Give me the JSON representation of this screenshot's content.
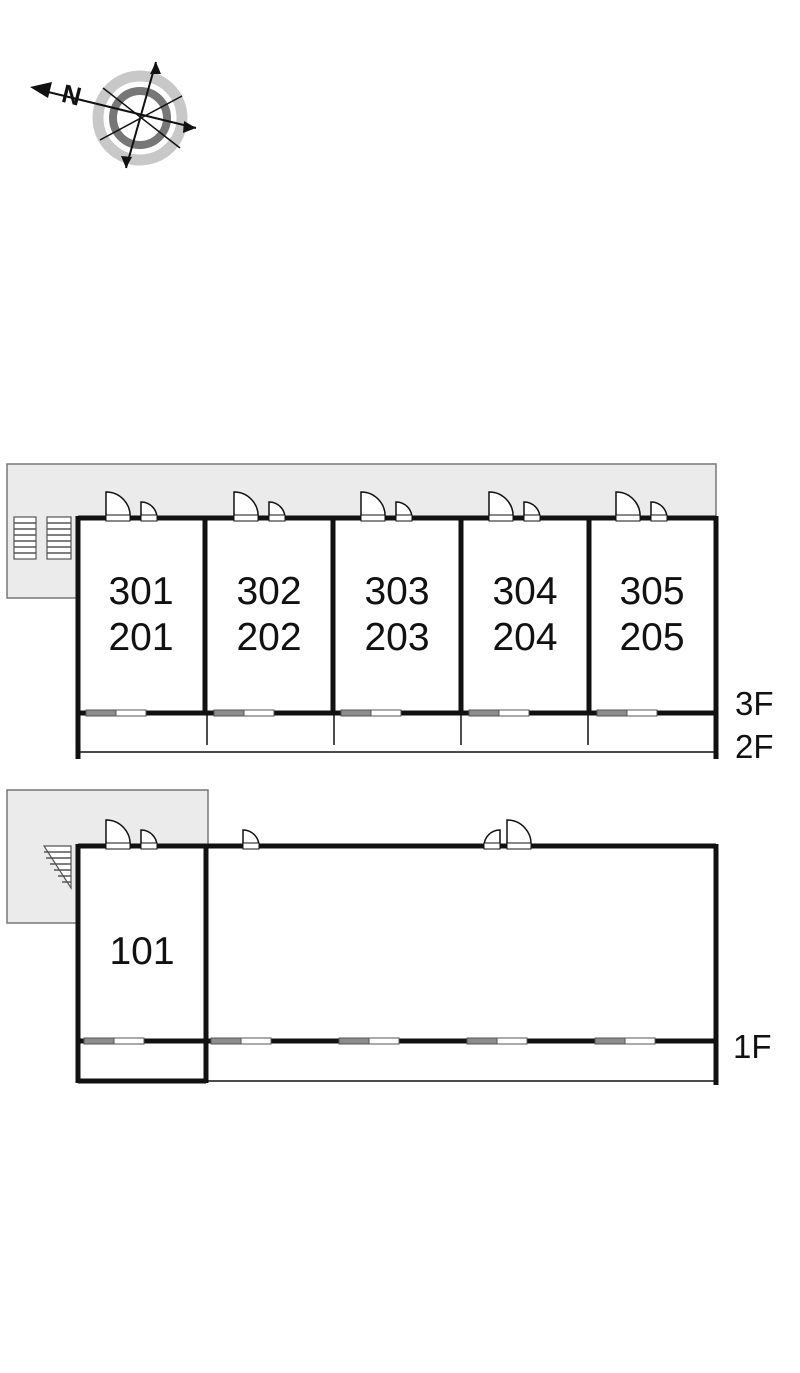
{
  "compass": {
    "north_label": "N",
    "icon": "compass-rose-icon"
  },
  "upper_block": {
    "floor_labels": [
      "3F",
      "2F"
    ],
    "units": [
      {
        "top": "301",
        "bottom": "201"
      },
      {
        "top": "302",
        "bottom": "202"
      },
      {
        "top": "303",
        "bottom": "203"
      },
      {
        "top": "304",
        "bottom": "204"
      },
      {
        "top": "305",
        "bottom": "205"
      }
    ]
  },
  "lower_block": {
    "floor_label": "1F",
    "units": [
      "101"
    ]
  },
  "colors": {
    "line": "#111111",
    "corridor": "#ebebeb",
    "window": "#8c8c8c"
  }
}
